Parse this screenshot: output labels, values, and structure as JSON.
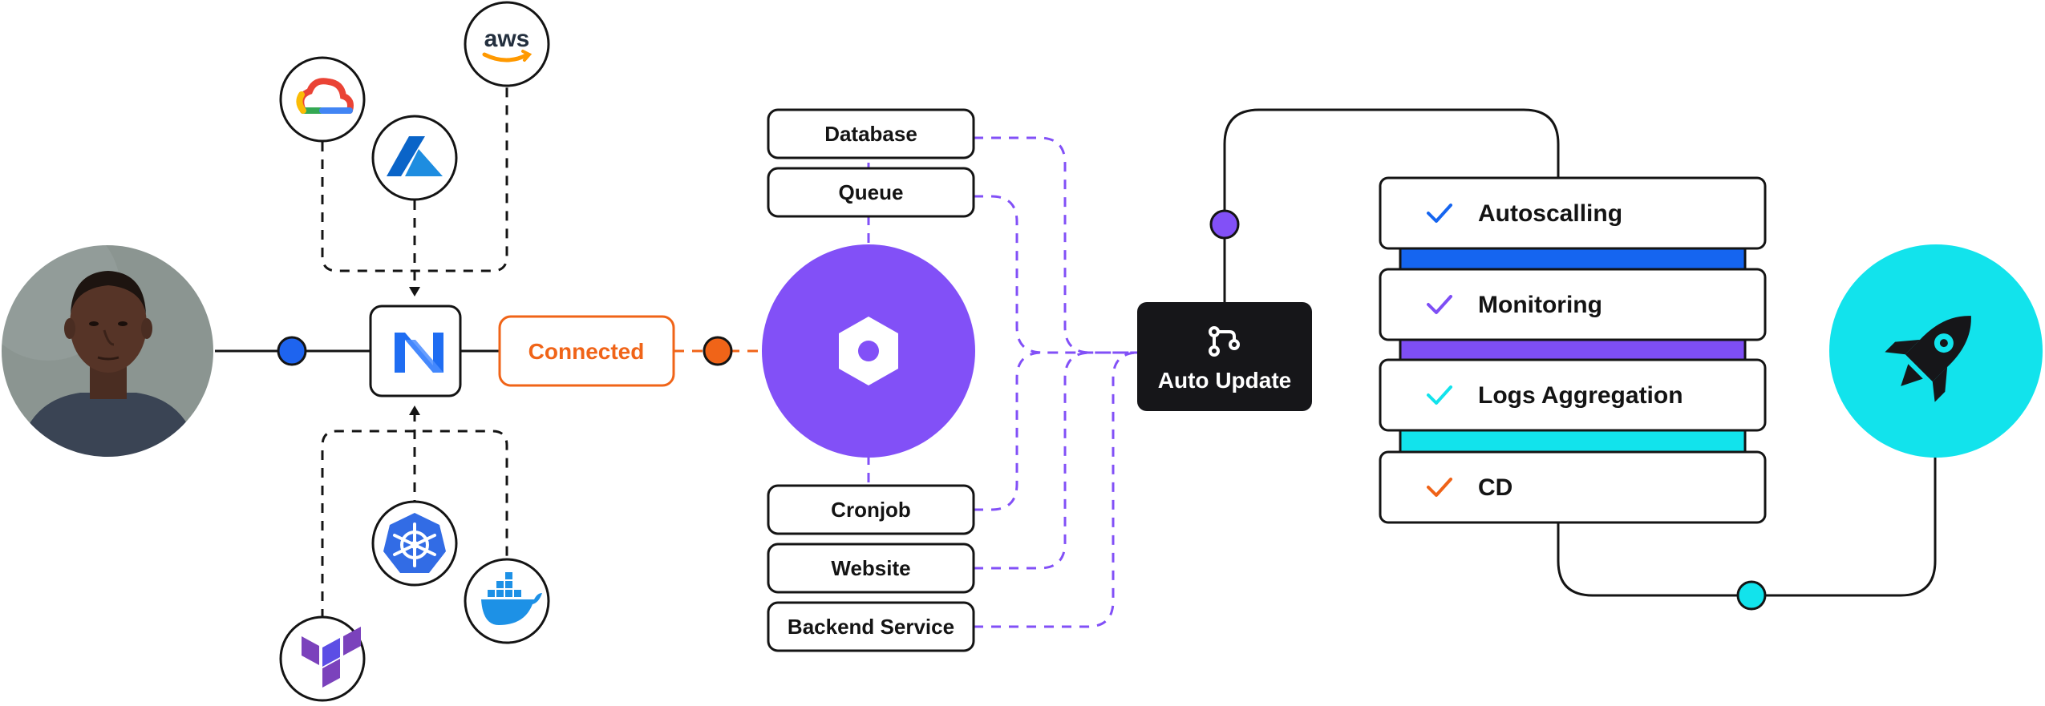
{
  "connected_label": "Connected",
  "auto_update_label": "Auto Update",
  "aws_label": "aws",
  "services": [
    "Database",
    "Queue",
    "Cronjob",
    "Website",
    "Backend Service"
  ],
  "features": [
    {
      "label": "Autoscalling",
      "color": "#1565f0"
    },
    {
      "label": "Monitoring",
      "color": "#7e4ef5"
    },
    {
      "label": "Logs Aggregation",
      "color": "#12e3ec"
    },
    {
      "label": "CD",
      "color": "#ef6318"
    }
  ],
  "cloud_providers": [
    "google-cloud-icon",
    "azure-icon",
    "aws-icon"
  ],
  "infra_tools": [
    "terraform-icon",
    "kubernetes-icon",
    "docker-icon"
  ],
  "colors": {
    "stroke": "#141414",
    "blue_dot": "#1e64ef",
    "orange": "#f06418",
    "purple": "#8250f7",
    "cyan": "#12e3ec",
    "dark_box": "#161619"
  }
}
